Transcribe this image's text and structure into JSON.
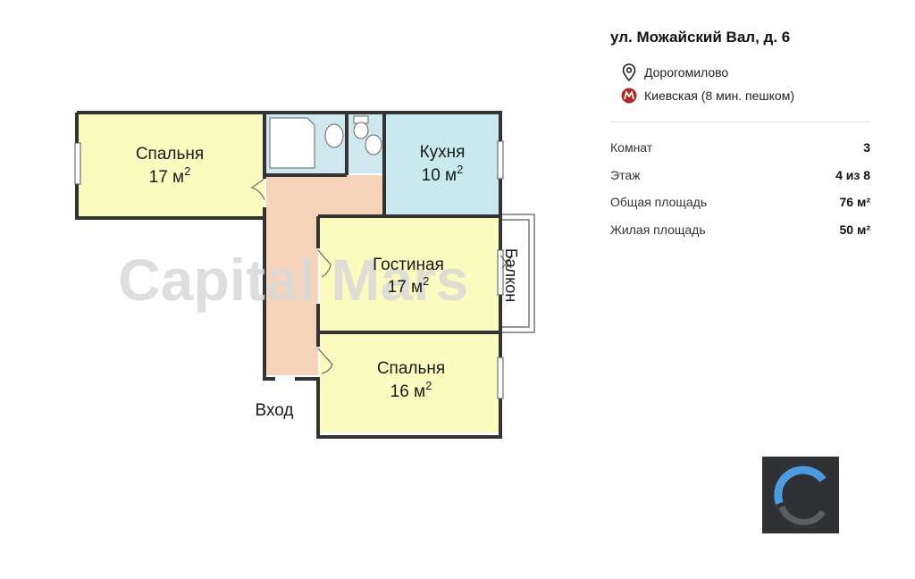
{
  "watermark": "Capital Mars",
  "rooms": {
    "bedroom_left": {
      "name": "Спальня",
      "area": "17 м",
      "sup": "2"
    },
    "kitchen": {
      "name": "Кухня",
      "area": "10 м",
      "sup": "2"
    },
    "living": {
      "name": "Гостиная",
      "area": "17 м",
      "sup": "2"
    },
    "bedroom_right": {
      "name": "Спальня",
      "area": "16 м",
      "sup": "2"
    },
    "balcony": "Балкон",
    "entrance": "Вход"
  },
  "listing": {
    "address": "ул. Можайский Вал, д. 6",
    "district": "Дорогомилово",
    "metro": "Киевская (8 мин. пешком)",
    "stats": [
      {
        "label": "Комнат",
        "value": "3"
      },
      {
        "label": "Этаж",
        "value": "4 из 8"
      },
      {
        "label": "Общая площадь",
        "value": "76 м²"
      },
      {
        "label": "Жилая площадь",
        "value": "50 м²"
      }
    ]
  },
  "colors": {
    "bedroom": "#fbfbc0",
    "kitchen": "#c9e9ee",
    "bath": "#cfe8ef",
    "hall": "#f7d3b9",
    "wall": "#333333",
    "metro": "#b3261e",
    "logo_bg": "#2f3134",
    "logo_arc": "#4a9be0"
  },
  "icons": {
    "location": "location-pin-icon",
    "metro": "metro-icon",
    "logo": "brand-logo-icon"
  }
}
